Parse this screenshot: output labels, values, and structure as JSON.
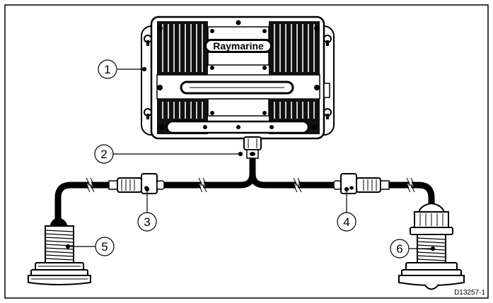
{
  "diagram": {
    "brand_label": "Raymarine",
    "reference_code": "D13257-1",
    "callouts": [
      {
        "id": 1,
        "label": "1"
      },
      {
        "id": 2,
        "label": "2"
      },
      {
        "id": 3,
        "label": "3"
      },
      {
        "id": 4,
        "label": "4"
      },
      {
        "id": 5,
        "label": "5"
      },
      {
        "id": 6,
        "label": "6"
      }
    ]
  }
}
